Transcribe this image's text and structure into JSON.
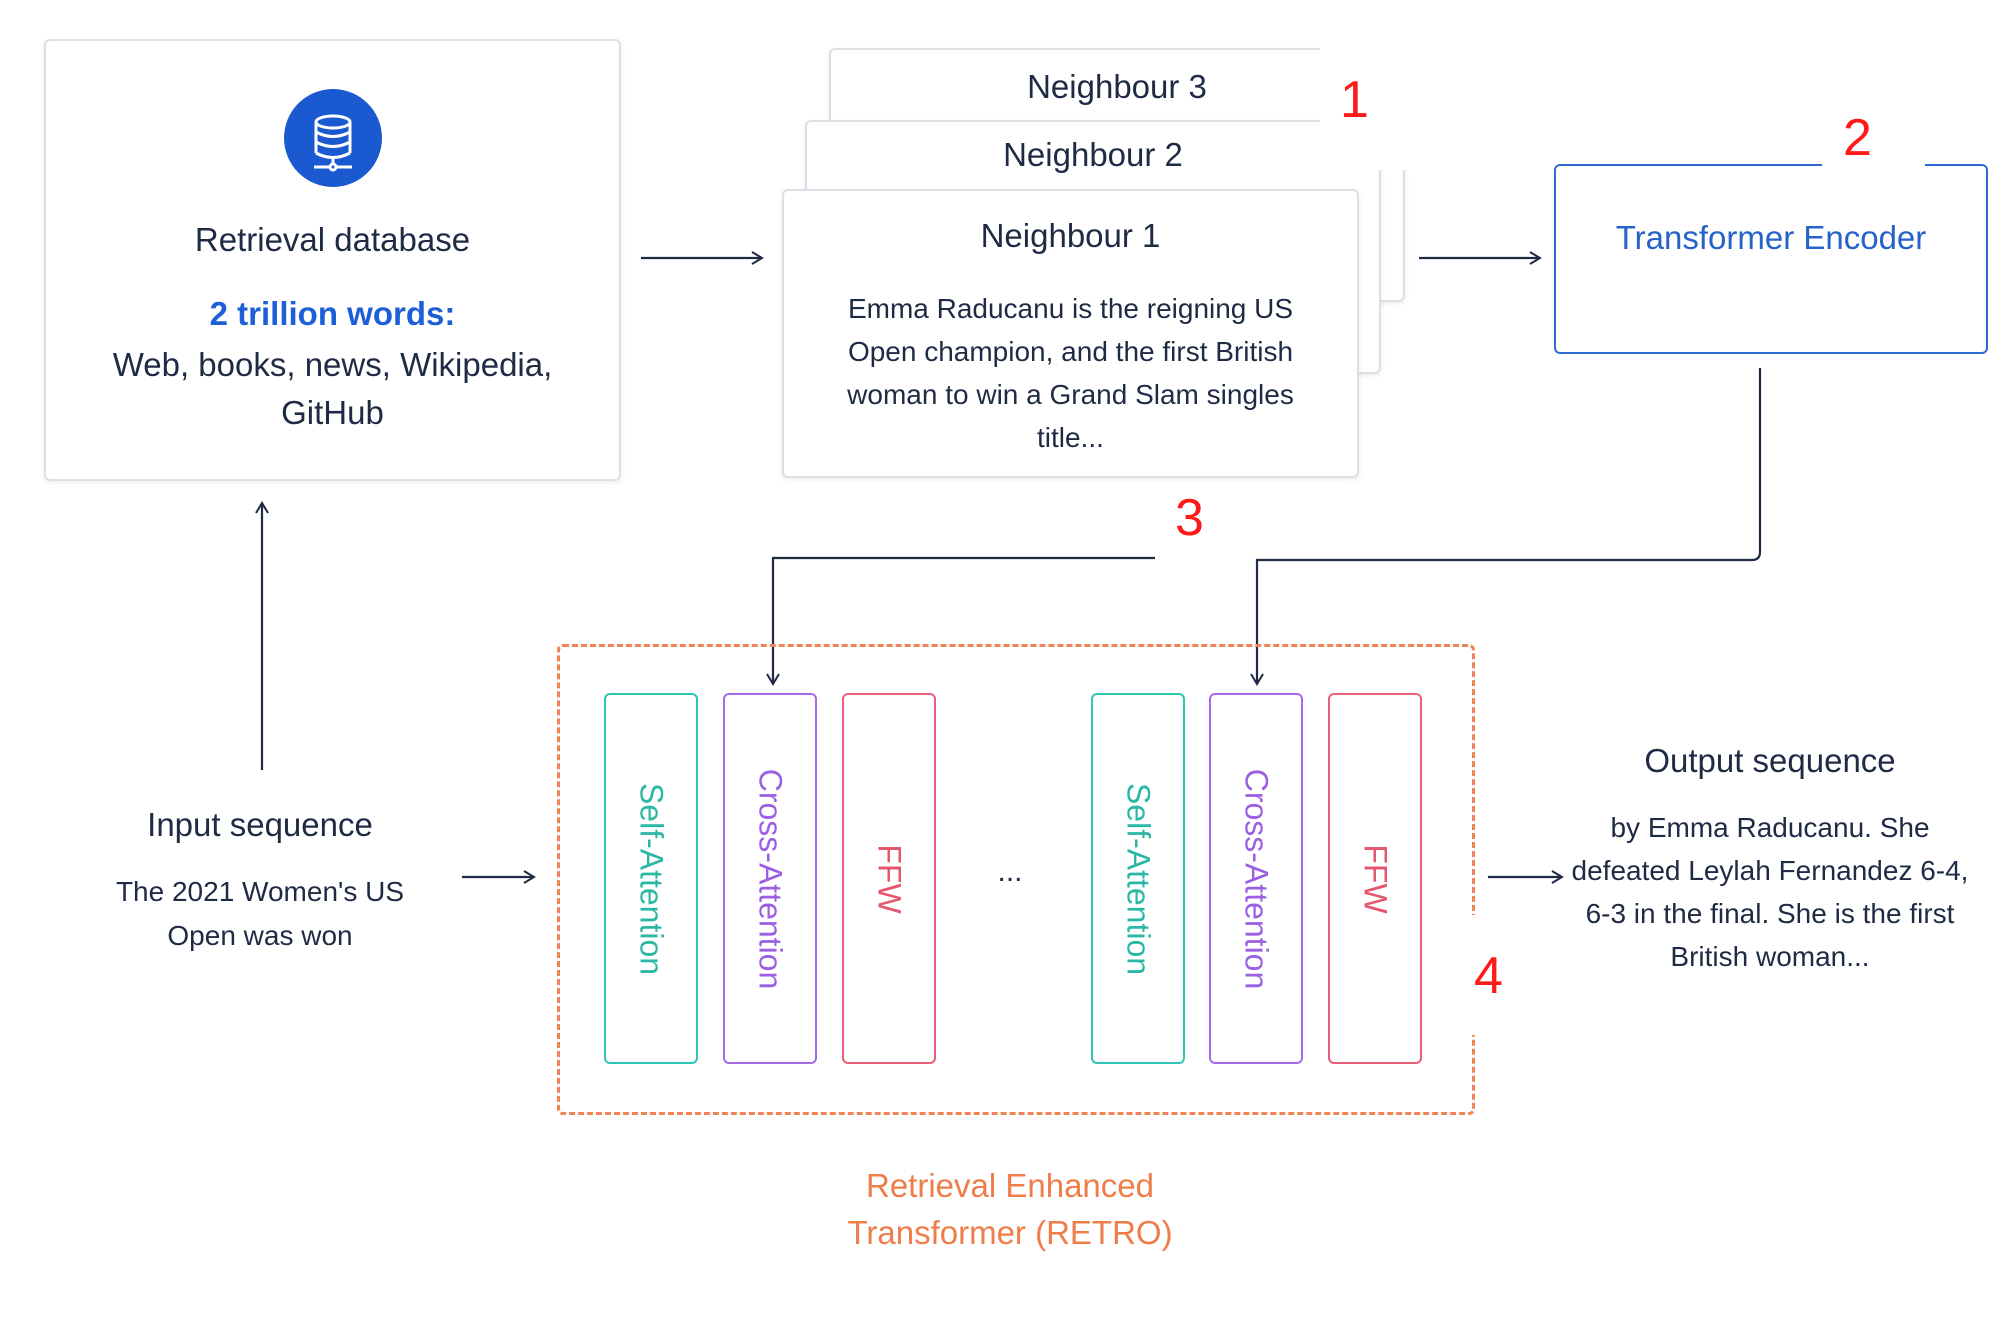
{
  "database": {
    "title": "Retrieval database",
    "size": "2 trillion words:",
    "sources": "Web, books, news, Wikipedia, GitHub",
    "icon": "database-icon"
  },
  "neighbours": {
    "n3_label": "Neighbour 3",
    "n2_label": "Neighbour 2",
    "n1_label": "Neighbour 1",
    "n1_text": "Emma Raducanu is the reigning US Open champion, and the first British woman to win a Grand Slam singles title..."
  },
  "encoder": {
    "label": "Transformer Encoder"
  },
  "blocks": [
    {
      "label": "Self-Attention"
    },
    {
      "label": "Cross-Attention"
    },
    {
      "label": "FFW"
    },
    {
      "label": "Self-Attention"
    },
    {
      "label": "Cross-Attention"
    },
    {
      "label": "FFW"
    }
  ],
  "ellipsis": "...",
  "input": {
    "title": "Input sequence",
    "text": "The 2021 Women's US Open was won"
  },
  "output": {
    "title": "Output sequence",
    "text": "by Emma Raducanu. She defeated Leylah Fernandez 6-4, 6-3 in the final. She is the first British woman..."
  },
  "retro": {
    "label": "Retrieval Enhanced Transformer (RETRO)"
  },
  "markers": [
    "1",
    "2",
    "3",
    "4"
  ],
  "colors": {
    "text_dark": "#1f2a44",
    "database_accent": "#1c5fd6",
    "encoder_blue": "#2f6cd1",
    "self_attention_teal": "#2ec6b2",
    "cross_attention_purple": "#a56ae8",
    "ffw_red": "#e8607a",
    "retro_orange": "#f08455",
    "marker_red": "#ff1a1a"
  }
}
